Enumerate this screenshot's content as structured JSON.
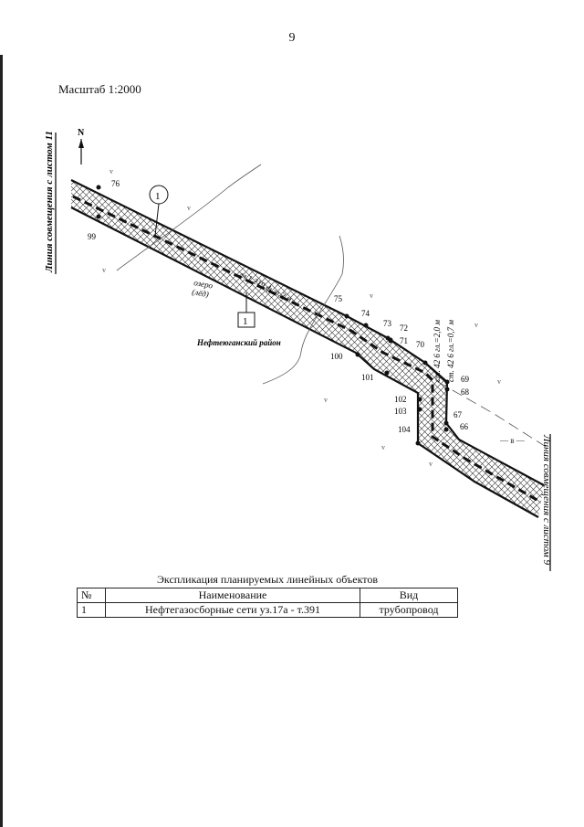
{
  "page_number": "9",
  "scale_label": "Масштаб 1:2000",
  "north_label": "N",
  "match_line_left": "Линия совмещения с листом 11",
  "match_line_right": "Линия совмещения с листом 9",
  "district_label": "Нефтеюганский район",
  "lake_label_line1": "озеро",
  "lake_label_line2": "(лёд)",
  "pipe_label": "гл 1 219 ф гл.2 м",
  "callout_circle": "1",
  "callout_square": "1",
  "note_top": "ст. 42 6 гл.=2,0 м",
  "note_bottom": "ст. 42 6 гл.=0,7 м",
  "point_labels": [
    "76",
    "99",
    "75",
    "74",
    "73",
    "72",
    "71",
    "70",
    "100",
    "101",
    "69",
    "68",
    "102",
    "103",
    "67",
    "66",
    "104"
  ],
  "legend": {
    "title": "Экспликация планируемых линейных объектов",
    "headers": [
      "№",
      "Наименование",
      "Вид"
    ],
    "rows": [
      [
        "1",
        "Нефтегазосборные сети уз.17а - т.391",
        "трубопровод"
      ]
    ]
  }
}
